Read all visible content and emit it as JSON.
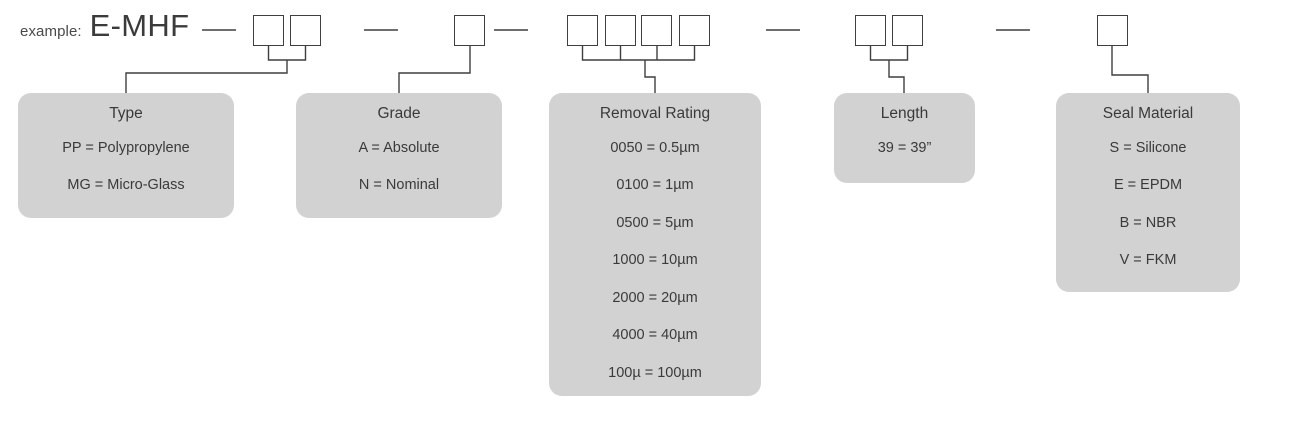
{
  "example": {
    "lead": "example:",
    "code": "E-MHF"
  },
  "colors": {
    "panel_fill": "#d2d2d2",
    "line": "#3f3f3f",
    "text": "#3a3a3a"
  },
  "segments": [
    {
      "key": "type",
      "slot_count": 2,
      "panel": {
        "title": "Type",
        "rows": [
          "PP = Polypropylene",
          "MG = Micro-Glass"
        ]
      }
    },
    {
      "key": "grade",
      "slot_count": 1,
      "panel": {
        "title": "Grade",
        "rows": [
          "A = Absolute",
          "N = Nominal"
        ]
      }
    },
    {
      "key": "removal-rating",
      "slot_count": 4,
      "panel": {
        "title": "Removal Rating",
        "rows": [
          "0050 = 0.5µm",
          "0100 = 1µm",
          "0500 = 5µm",
          "1000 = 10µm",
          "2000 = 20µm",
          "4000 = 40µm",
          "100µ = 100µm"
        ]
      }
    },
    {
      "key": "length",
      "slot_count": 2,
      "panel": {
        "title": "Length",
        "rows": [
          "39 = 39”"
        ]
      }
    },
    {
      "key": "seal-material",
      "slot_count": 1,
      "panel": {
        "title": "Seal Material",
        "rows": [
          "S = Silicone",
          "E = EPDM",
          "B = NBR",
          "V = FKM"
        ]
      }
    }
  ]
}
